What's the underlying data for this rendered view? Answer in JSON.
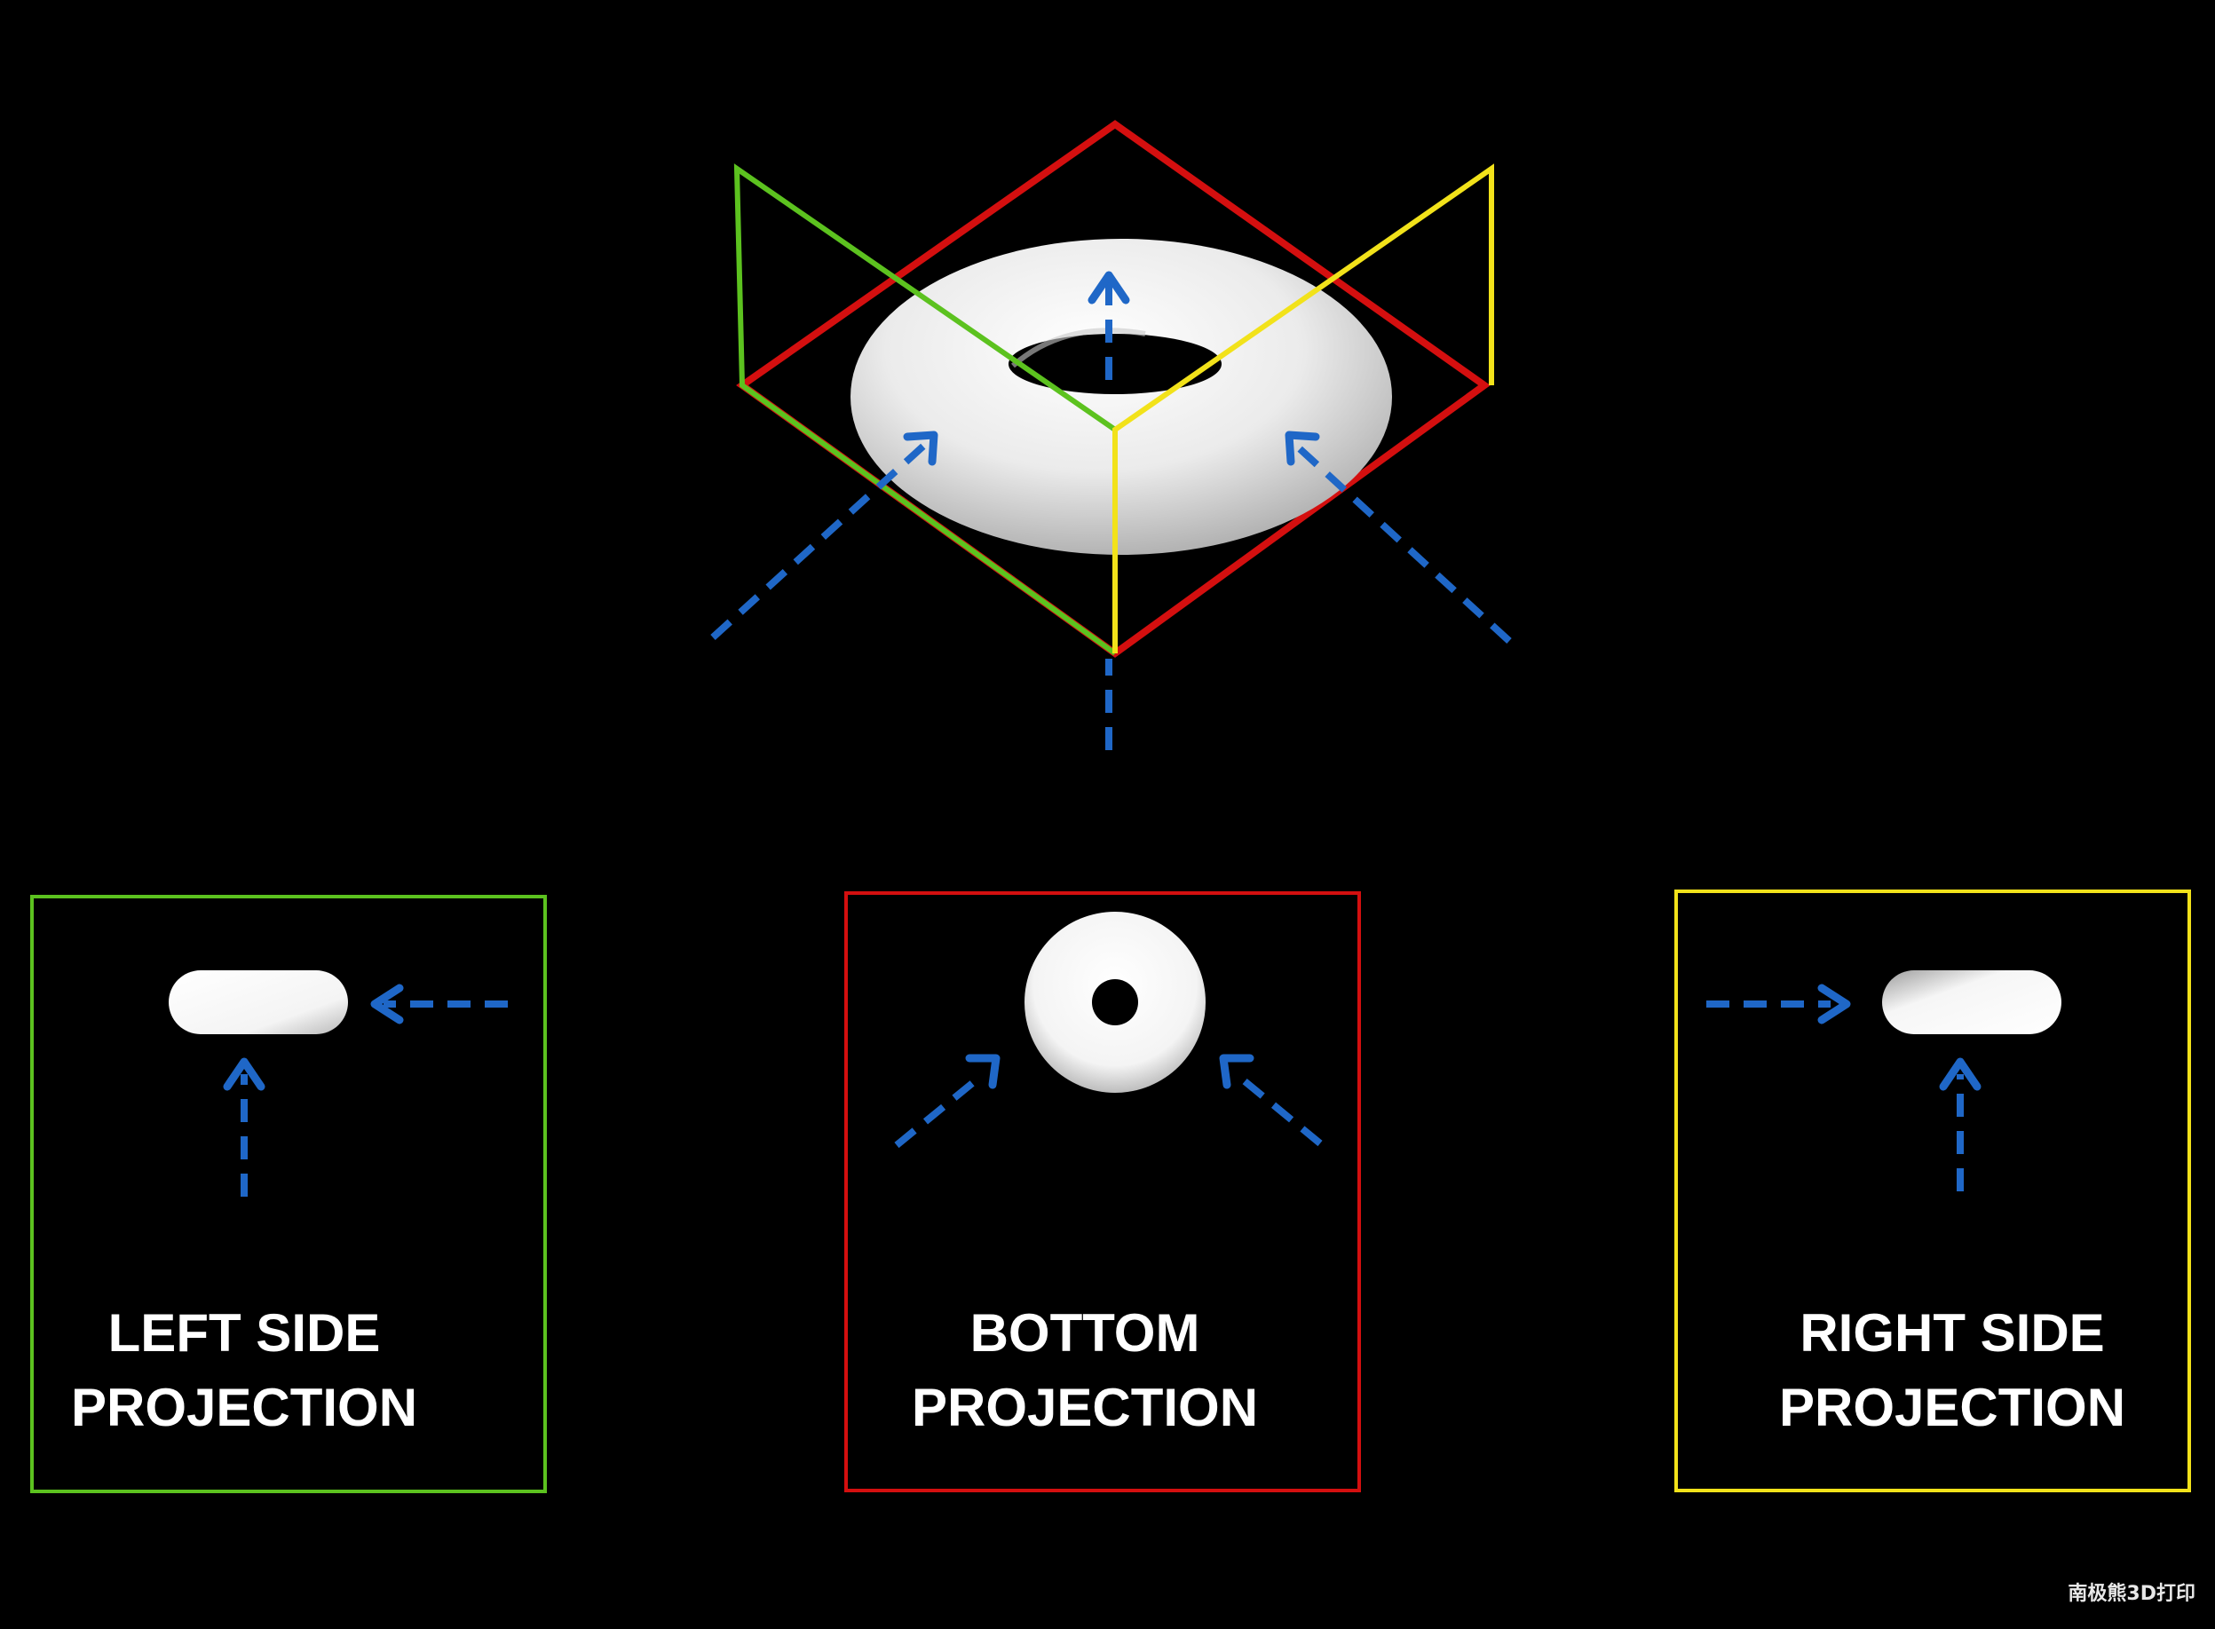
{
  "colors": {
    "background": "#000000",
    "left_plane": "#5cc21f",
    "bottom_plane": "#d40f0f",
    "right_plane": "#f2e21a",
    "arrow": "#1f67c7",
    "torus": "#f2f2f2"
  },
  "icons": {
    "torus": "torus-3d-shape",
    "view_arrow": "dashed-arrow-icon"
  },
  "panels": [
    {
      "id": "left",
      "line1": "LEFT SIDE",
      "line2": "PROJECTION",
      "color_key": "left_plane",
      "projection_shape": "capsule"
    },
    {
      "id": "bottom",
      "line1": "BOTTOM",
      "line2": "PROJECTION",
      "color_key": "bottom_plane",
      "projection_shape": "ring"
    },
    {
      "id": "right",
      "line1": "RIGHT SIDE",
      "line2": "PROJECTION",
      "color_key": "right_plane",
      "projection_shape": "capsule"
    }
  ],
  "watermark": "南极熊3D打印"
}
